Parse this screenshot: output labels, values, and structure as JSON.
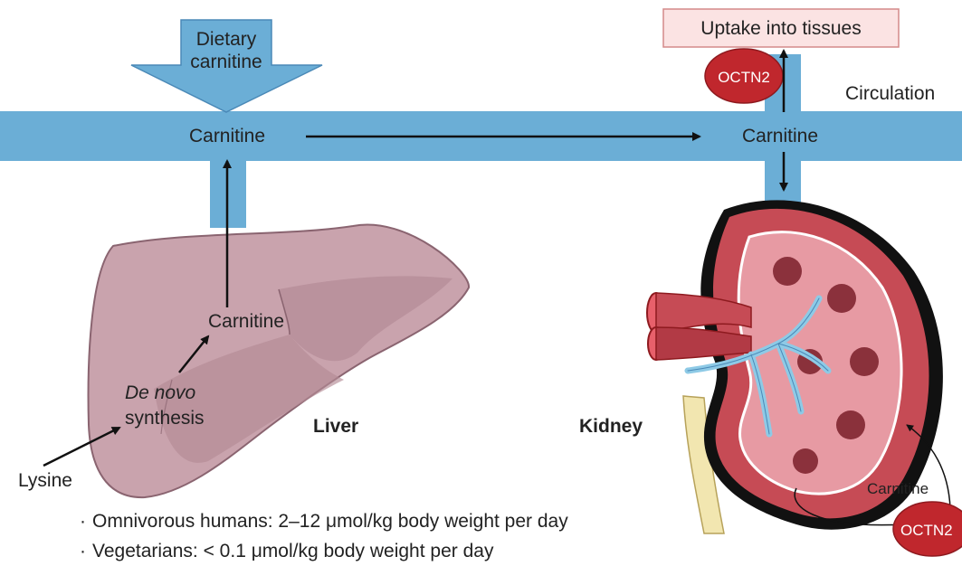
{
  "diagram": {
    "dietary_label_line1": "Dietary",
    "dietary_label_line2": "carnitine",
    "uptake_label": "Uptake into tissues",
    "octn2_label": "OCTN2",
    "circulation_label": "Circulation",
    "carnitine_left": "Carnitine",
    "carnitine_right": "Carnitine",
    "liver_carnitine": "Carnitine",
    "de_novo": "De novo",
    "synthesis": "synthesis",
    "lysine": "Lysine",
    "liver": "Liver",
    "kidney": "Kidney",
    "kidney_carnitine": "Carnitine",
    "octn2_bottom_label": "OCTN2"
  },
  "notes": [
    "Omnivorous humans: 2–12 μmol/kg body weight per day",
    "Vegetarians: < 0.1 μmol/kg body weight per day"
  ],
  "colors": {
    "circulation_blue": "#6baed6",
    "liver": "#c9a3ad",
    "kidney_outer": "#c64b55",
    "octn2": "#c0272d",
    "uptake_fill": "#fbe3e3"
  }
}
